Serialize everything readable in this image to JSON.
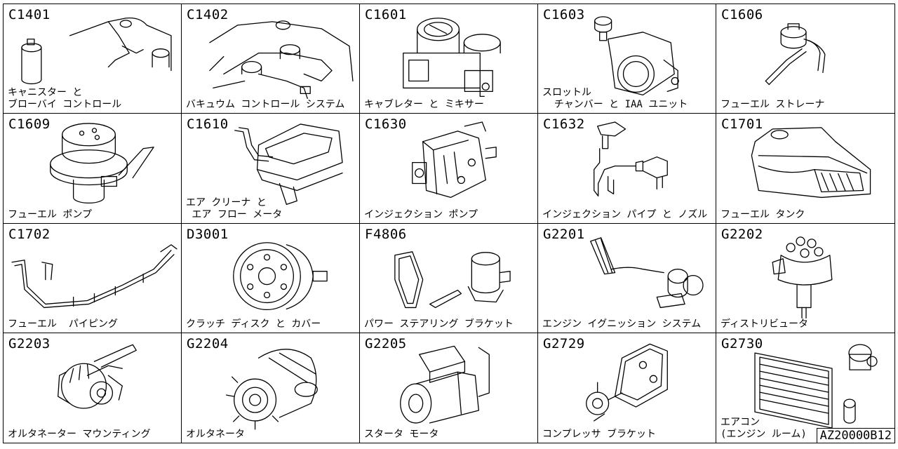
{
  "document_id": "AZ20000B12",
  "cells": [
    {
      "code": "C1401",
      "label": "キャニスター と\nブローバイ コントロール",
      "icon": "canister-blowby-icon"
    },
    {
      "code": "C1402",
      "label": "バキュウム コントロール システム",
      "icon": "vacuum-control-icon"
    },
    {
      "code": "C1601",
      "label": "キャブレター と ミキサー",
      "icon": "carburetor-icon"
    },
    {
      "code": "C1603",
      "label": "スロットル\n  チャンバー と IAA ユニット",
      "icon": "throttle-chamber-icon"
    },
    {
      "code": "C1606",
      "label": "フューエル ストレーナ",
      "icon": "fuel-strainer-icon"
    },
    {
      "code": "C1609",
      "label": "フューエル ポンプ",
      "icon": "fuel-pump-icon"
    },
    {
      "code": "C1610",
      "label": "エア クリーナ と\n エア フロー メータ",
      "icon": "air-cleaner-icon"
    },
    {
      "code": "C1630",
      "label": "インジェクション ポンプ",
      "icon": "injection-pump-icon"
    },
    {
      "code": "C1632",
      "label": "インジェクション パイプ と ノズル",
      "icon": "injection-pipe-nozzle-icon"
    },
    {
      "code": "C1701",
      "label": "フューエル タンク",
      "icon": "fuel-tank-icon"
    },
    {
      "code": "C1702",
      "label": "フューエル  パイピング",
      "icon": "fuel-piping-icon"
    },
    {
      "code": "D3001",
      "label": "クラッチ ディスク と カバー",
      "icon": "clutch-disc-icon"
    },
    {
      "code": "F4806",
      "label": "パワー ステアリング ブラケット",
      "icon": "power-steering-bracket-icon"
    },
    {
      "code": "G2201",
      "label": "エンジン イグニッション システム",
      "icon": "ignition-system-icon"
    },
    {
      "code": "G2202",
      "label": "ディストリビュータ",
      "icon": "distributor-icon"
    },
    {
      "code": "G2203",
      "label": "オルタネーター マウンティング",
      "icon": "alternator-mounting-icon"
    },
    {
      "code": "G2204",
      "label": "オルタネータ",
      "icon": "alternator-icon"
    },
    {
      "code": "G2205",
      "label": "スタータ モータ",
      "icon": "starter-motor-icon"
    },
    {
      "code": "G2729",
      "label": "コンプレッサ ブラケット",
      "icon": "compressor-bracket-icon"
    },
    {
      "code": "G2730",
      "label": "エアコン\n(エンジン ルーム)",
      "icon": "air-conditioner-icon"
    }
  ]
}
